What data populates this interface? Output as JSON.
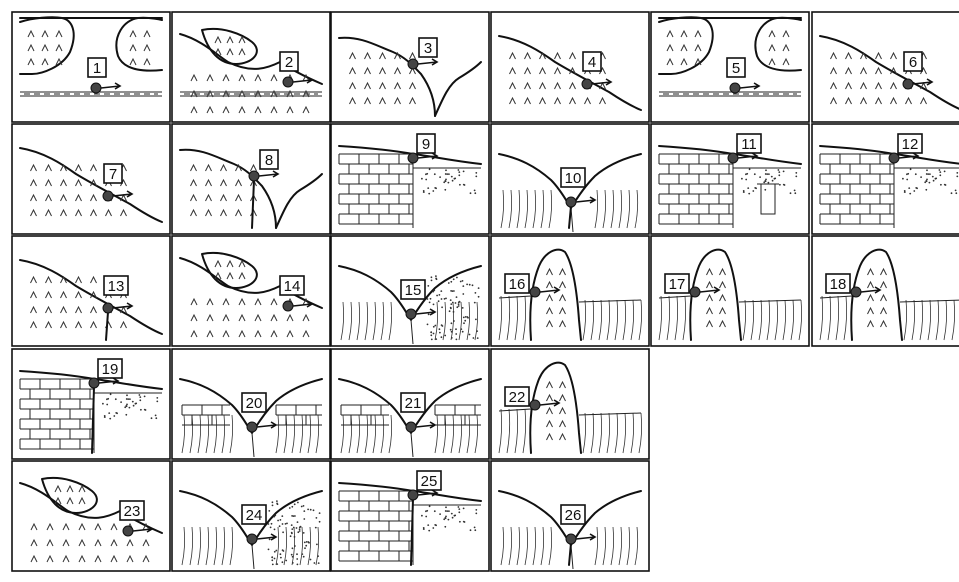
{
  "panels": [
    {
      "label": "1",
      "motif": "valley-left",
      "extra": "river-channel"
    },
    {
      "label": "2",
      "motif": "ridge-flow",
      "extra": "river-channel"
    },
    {
      "label": "3",
      "motif": "slope-gully",
      "extra": ""
    },
    {
      "label": "4",
      "motif": "slope-step",
      "extra": ""
    },
    {
      "label": "5",
      "motif": "valley-left",
      "extra": "river-channel"
    },
    {
      "label": "6",
      "motif": "slope-step",
      "extra": ""
    },
    {
      "label": "7",
      "motif": "slope-step",
      "extra": ""
    },
    {
      "label": "8",
      "motif": "slope-gully",
      "extra": "fault"
    },
    {
      "label": "9",
      "motif": "bedded-contact",
      "extra": ""
    },
    {
      "label": "10",
      "motif": "v-valley",
      "extra": "fault"
    },
    {
      "label": "11",
      "motif": "bedded-contact",
      "extra": "well"
    },
    {
      "label": "12",
      "motif": "bedded-contact",
      "extra": ""
    },
    {
      "label": "13",
      "motif": "slope-step",
      "extra": "fault"
    },
    {
      "label": "14",
      "motif": "ridge-flow",
      "extra": ""
    },
    {
      "label": "15",
      "motif": "v-valley",
      "extra": "sand"
    },
    {
      "label": "16",
      "motif": "intrusion",
      "extra": ""
    },
    {
      "label": "17",
      "motif": "intrusion",
      "extra": ""
    },
    {
      "label": "18",
      "motif": "intrusion",
      "extra": ""
    },
    {
      "label": "19",
      "motif": "bedded-contact",
      "extra": "fault"
    },
    {
      "label": "20",
      "motif": "v-valley",
      "extra": "bedded"
    },
    {
      "label": "21",
      "motif": "v-valley",
      "extra": "bedded"
    },
    {
      "label": "22",
      "motif": "intrusion",
      "extra": ""
    },
    {
      "label": "23",
      "motif": "ridge-flow",
      "extra": ""
    },
    {
      "label": "24",
      "motif": "v-valley",
      "extra": "sand"
    },
    {
      "label": "25",
      "motif": "bedded-contact",
      "extra": "fault"
    },
    {
      "label": "26",
      "motif": "v-valley",
      "extra": "fault"
    }
  ]
}
